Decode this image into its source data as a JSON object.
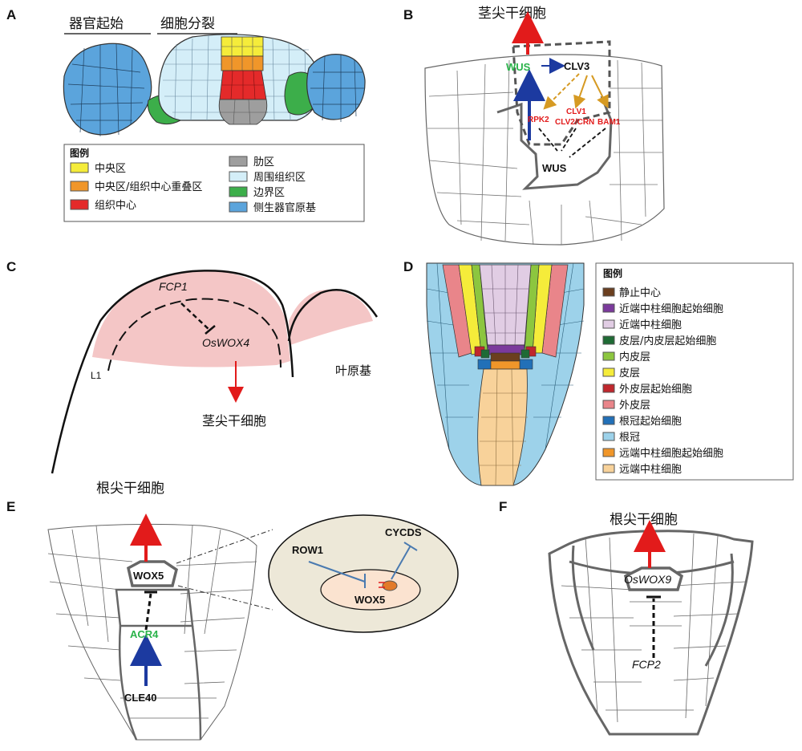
{
  "panels": {
    "A": {
      "letter": "A",
      "header_left": "器官起始",
      "header_right": "细胞分裂",
      "legend_title": "图例",
      "legend": [
        {
          "label": "中央区",
          "color": "#f5ec3a"
        },
        {
          "label": "中央区/组织中心重叠区",
          "color": "#f0962a"
        },
        {
          "label": "组织中心",
          "color": "#e42a2a"
        },
        {
          "label": "肋区",
          "color": "#9e9e9e"
        },
        {
          "label": "周围组织区",
          "color": "#d4eef8"
        },
        {
          "label": "边界区",
          "color": "#3cae4a"
        },
        {
          "label": "侧生器官原基",
          "color": "#5ba4dc"
        }
      ]
    },
    "B": {
      "letter": "B",
      "top_label": "茎尖干细胞",
      "genes": {
        "wus_top": "WUS",
        "clv3": "CLV3",
        "rpk2": "RPK2",
        "clv1": "CLV1",
        "clv2crn": "CLV2/CRN",
        "bam1": "BAM1",
        "wus_bottom": "WUS"
      },
      "colors": {
        "wus_green": "#2ab34a",
        "red_text": "#e21b1b"
      }
    },
    "C": {
      "letter": "C",
      "fcp1": "FCP1",
      "oswox4": "OsWOX4",
      "l1": "L1",
      "leaf": "叶原基",
      "bottom_label": "茎尖干细胞"
    },
    "D": {
      "letter": "D",
      "legend_title": "图例",
      "legend": [
        {
          "label": "静止中心",
          "color": "#6b3f1f"
        },
        {
          "label": "近端中柱细胞起始细胞",
          "color": "#7b3a9c"
        },
        {
          "label": "近端中柱细胞",
          "color": "#e1cde4"
        },
        {
          "label": "皮层/内皮层起始细胞",
          "color": "#1f6b35"
        },
        {
          "label": "内皮层",
          "color": "#8cc63f"
        },
        {
          "label": "皮层",
          "color": "#f5ec3a"
        },
        {
          "label": "外皮层起始细胞",
          "color": "#c0272d"
        },
        {
          "label": "外皮层",
          "color": "#e9858a"
        },
        {
          "label": "根冠起始细胞",
          "color": "#2270b8"
        },
        {
          "label": "根冠",
          "color": "#9dd2ea"
        },
        {
          "label": "远端中柱细胞起始细胞",
          "color": "#f0962a"
        },
        {
          "label": "远端中柱细胞",
          "color": "#f8d29a"
        }
      ]
    },
    "E": {
      "letter": "E",
      "top_label": "根尖干细胞",
      "wox5": "WOX5",
      "acr4": "ACR4",
      "cle40": "CLE40",
      "row1": "ROW1",
      "cycds": "CYCDS",
      "wox5_inset": "WOX5",
      "colors": {
        "acr4_green": "#2ab34a"
      }
    },
    "F": {
      "letter": "F",
      "top_label": "根尖干细胞",
      "oswox9": "OsWOX9",
      "fcp2": "FCP2"
    }
  }
}
